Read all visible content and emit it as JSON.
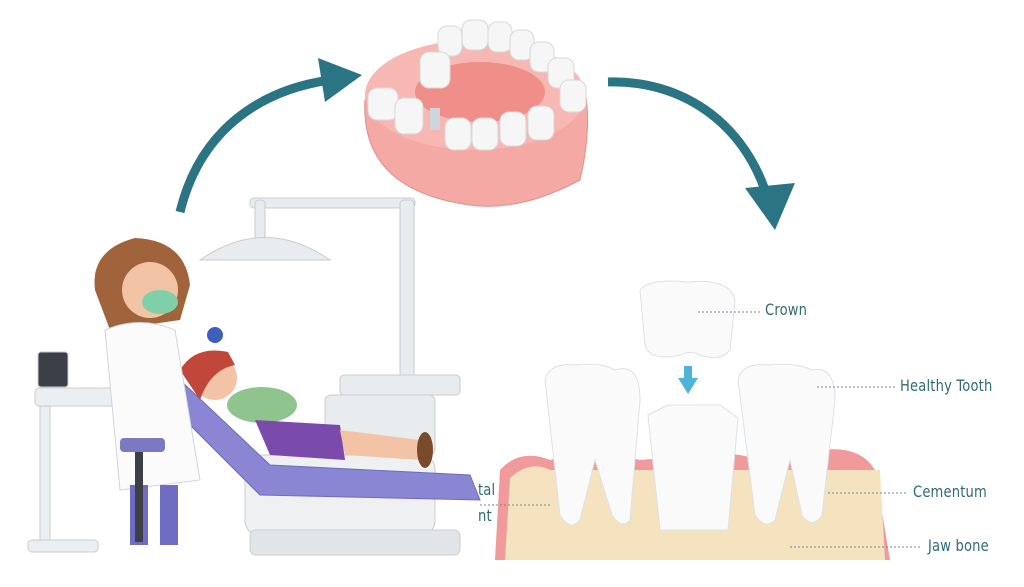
{
  "labels": {
    "crown": "Crown",
    "healthy_tooth": "Healthy Tooth",
    "cementum": "Cementum",
    "jaw_bone": "Jaw bone",
    "partial_top": "tal",
    "partial_bottom": "nt"
  },
  "colors": {
    "label_text": "#2f6b73",
    "arrow": "#2b7484",
    "gum": "#f29a9a",
    "bone": "#f5e3c0",
    "chair": "#8a86d4"
  }
}
